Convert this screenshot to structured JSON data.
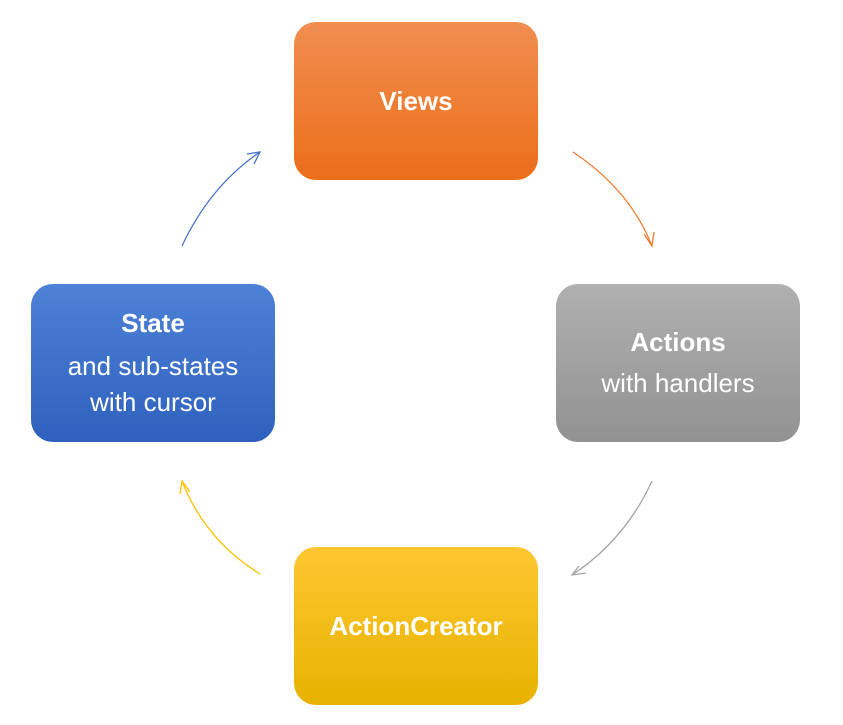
{
  "nodes": {
    "views": {
      "title": "Views",
      "subtitle": ""
    },
    "actions": {
      "title": "Actions",
      "subtitle": "with handlers"
    },
    "action_creator": {
      "title": "ActionCreator",
      "subtitle": ""
    },
    "state": {
      "title": "State",
      "subtitle": "and sub-states\nwith cursor"
    }
  },
  "colors": {
    "views": "#ec7a2e",
    "actions": "#a2a2a2",
    "action_creator": "#f6bf15",
    "state": "#3a6fcc",
    "arrow_views_to_actions": "#ed7d31",
    "arrow_actions_to_creator": "#a5a5a5",
    "arrow_creator_to_state": "#ffc000",
    "arrow_state_to_views": "#4472c4"
  }
}
